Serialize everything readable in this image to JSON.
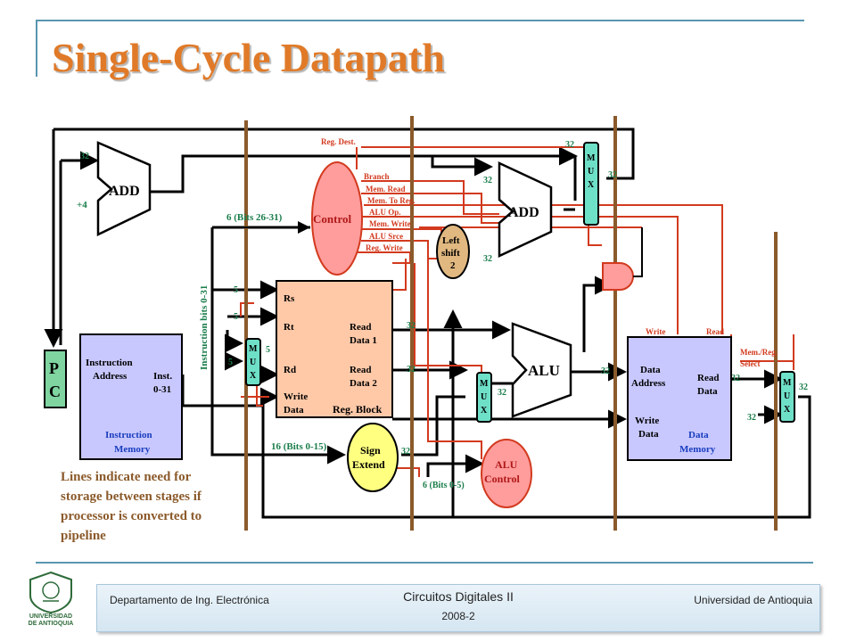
{
  "slide": {
    "title": "Single-Cycle Datapath"
  },
  "diagram": {
    "pc": {
      "p": "P",
      "c": "C"
    },
    "add1": {
      "label": "ADD",
      "in32": "32",
      "in4": "+4"
    },
    "add2": {
      "label": "ADD",
      "in_a": "32",
      "in_b": "32"
    },
    "control": {
      "label": "Control",
      "bits": "6 (Bits 26-31)",
      "signals": [
        "Reg. Dest.",
        "Branch",
        "Mem. Read",
        "Mem. To Reg.",
        "ALU Op.",
        "Mem. Write",
        "ALU Srce",
        "Reg. Write"
      ]
    },
    "instruction_bits": "Instruction bits 0-31",
    "instr_mem": {
      "address": "Instruction Address",
      "address_l1": "Instruction",
      "address_l2": "Address",
      "inst_l1": "Inst.",
      "inst_l2": "0-31",
      "name_l1": "Instruction",
      "name_l2": "Memory"
    },
    "mux_letters": [
      "M",
      "U",
      "X"
    ],
    "reg_block": {
      "rs": "Rs",
      "rt": "Rt",
      "rd": "Rd",
      "write_l1": "Write",
      "write_l2": "Data",
      "read1_l1": "Read",
      "read1_l2": "Data 1",
      "read2_l1": "Read",
      "read2_l2": "Data 2",
      "name": "Reg. Block"
    },
    "bus_widths": {
      "five": "5",
      "thirtytwo": "32"
    },
    "left_shift": {
      "l1": "Left",
      "l2": "shift",
      "l3": "2"
    },
    "alu": {
      "label": "ALU"
    },
    "sign_extend": {
      "l1": "Sign",
      "l2": "Extend",
      "bits": "16 (Bits 0-15)"
    },
    "alu_control": {
      "l1": "ALU",
      "l2": "Control",
      "bits": "6 (Bits 0-5)"
    },
    "data_mem": {
      "write": "Write",
      "read": "Read",
      "addr_l1": "Data",
      "addr_l2": "Address",
      "rdata_l1": "Read",
      "rdata_l2": "Data",
      "wdata_l1": "Write",
      "wdata_l2": "Data",
      "name_l1": "Data",
      "name_l2": "Memory",
      "select_l1": "Mem./Reg.",
      "select_l2": "Select"
    },
    "note": [
      "Lines indicate need for",
      "storage between stages if",
      "processor is converted to",
      "pipeline"
    ]
  },
  "footer": {
    "department": "Departamento de Ing. Electrónica",
    "course": "Circuitos Digitales II",
    "semester": "2008-2",
    "university": "Universidad de Antioquia"
  },
  "logo": {
    "l1": "UNIVERSIDAD",
    "l2": "DE ANTIOQUIA"
  },
  "colors": {
    "title": "#e07a28",
    "red_wire": "#d23a1e",
    "stage_line": "#8b5a2b",
    "mux": "#6fe0c8",
    "memory": "#c8c8ff",
    "regblock": "#ffc9a8",
    "control": "#ff9c9c"
  }
}
